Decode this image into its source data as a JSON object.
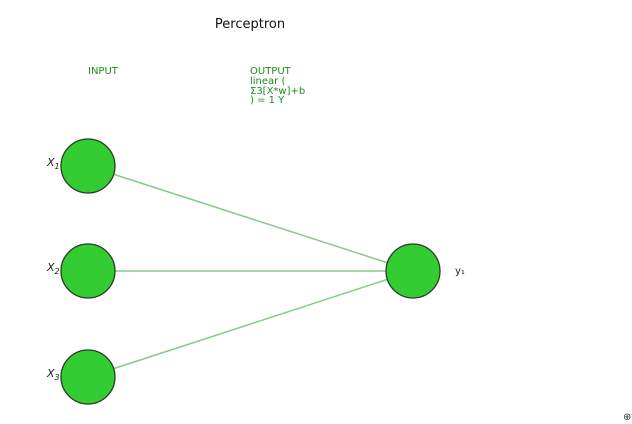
{
  "title": "Perceptron",
  "input_layer": {
    "label": "INPUT",
    "nodes": [
      {
        "var": "X",
        "sub": "1"
      },
      {
        "var": "X",
        "sub": "2"
      },
      {
        "var": "X",
        "sub": "3"
      }
    ]
  },
  "output_layer": {
    "label_lines": [
      "OUTPUT",
      "linear (",
      "Σ3[X*w]+b",
      ") = 1 Y"
    ],
    "nodes": [
      {
        "label": "y₁"
      }
    ]
  },
  "corner_mark": "⊕",
  "colors": {
    "node_fill": "#33cc33",
    "node_stroke": "#2a3a2a",
    "edge": "#88c888",
    "layer_text": "#1e8c1e"
  }
}
